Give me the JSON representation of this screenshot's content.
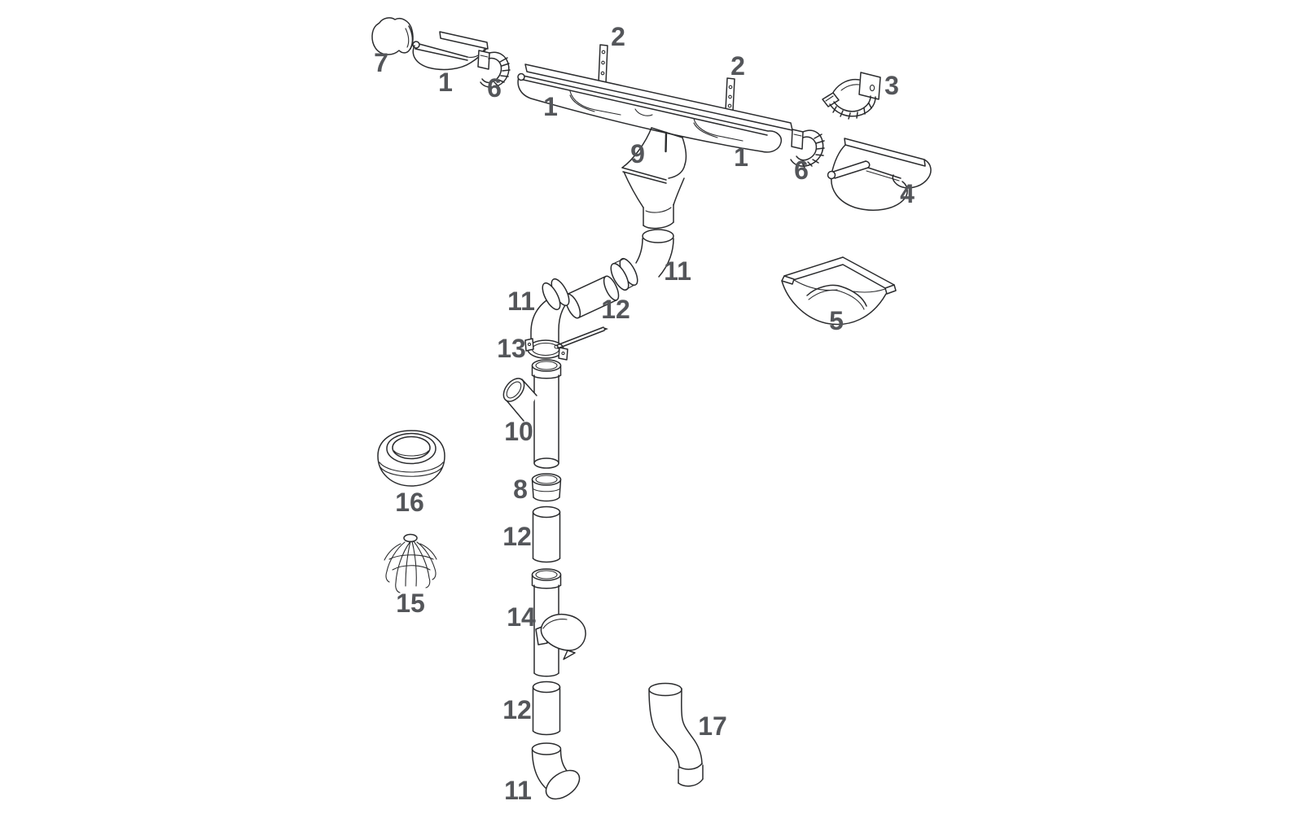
{
  "diagram": {
    "background": "#ffffff",
    "line_color": "#2b2c2e",
    "label_color": "#54565a"
  },
  "labels": [
    {
      "ref": "end-cap",
      "text": "7"
    },
    {
      "ref": "gutter-short",
      "text": "1"
    },
    {
      "ref": "union-left",
      "text": "6"
    },
    {
      "ref": "strap-left",
      "text": "2"
    },
    {
      "ref": "gutter-long-left",
      "text": "1"
    },
    {
      "ref": "strap-right",
      "text": "2"
    },
    {
      "ref": "fascia-bracket",
      "text": "3"
    },
    {
      "ref": "gutter-long-right",
      "text": "1"
    },
    {
      "ref": "union-right",
      "text": "6"
    },
    {
      "ref": "gutter-corner-piece",
      "text": "4"
    },
    {
      "ref": "outlet-funnel",
      "text": "9"
    },
    {
      "ref": "elbow-upper-right",
      "text": "11"
    },
    {
      "ref": "pipe-diagonal",
      "text": "12"
    },
    {
      "ref": "elbow-upper-left",
      "text": "11"
    },
    {
      "ref": "pipe-clamp",
      "text": "13"
    },
    {
      "ref": "gutter-inside-corner",
      "text": "5"
    },
    {
      "ref": "branch-pipe",
      "text": "10"
    },
    {
      "ref": "sleeve-coupling",
      "text": "8"
    },
    {
      "ref": "pipe-middle",
      "text": "12"
    },
    {
      "ref": "diverter-pipe",
      "text": "14"
    },
    {
      "ref": "roof-collar",
      "text": "16"
    },
    {
      "ref": "leaf-strainer",
      "text": "15"
    },
    {
      "ref": "pipe-lower",
      "text": "12"
    },
    {
      "ref": "outlet-shoe-elbow",
      "text": "11"
    },
    {
      "ref": "offset-bend",
      "text": "17"
    }
  ]
}
